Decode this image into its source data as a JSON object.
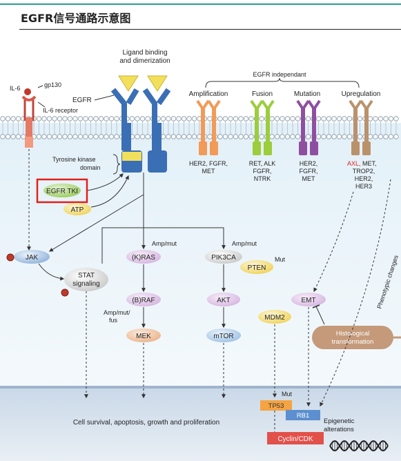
{
  "title": "EGFR信号通路示意图",
  "labels": {
    "ligand": [
      "Ligand binding",
      "and dimerization"
    ],
    "egfr": "EGFR",
    "il6": "IL-6",
    "gp130": "gp130",
    "il6_receptor": "IL-6 receptor",
    "tk_domain": [
      "Tyrosine kinase",
      "domain"
    ],
    "egfr_independent": "EGFR independant",
    "amplification": "Amplification",
    "fusion": "Fusion",
    "mutation": "Mutation",
    "upregulation": "Upregulation",
    "amp_targets": [
      "HER2, FGFR,",
      "MET"
    ],
    "fusion_targets": [
      "RET, ALK",
      "FGFR,",
      "NTRK"
    ],
    "mut_targets": [
      "HER2,",
      "FGFR,",
      "MET"
    ],
    "upreg_axl": "AXL,",
    "upreg_rest": [
      " MET,",
      "TROP2,",
      "HER2,",
      "HER3"
    ],
    "egfr_tki": "EGFR TKI",
    "atp": "ATP",
    "jak": "JAK",
    "stat": [
      "STAT",
      "signaling"
    ],
    "kras": "(K)RAS",
    "braf": "(B)RAF",
    "mek": "MEK",
    "pik3ca": "PIK3CA",
    "pten": "PTEN",
    "akt": "AKT",
    "mtor": "mTOR",
    "mdm2": "MDM2",
    "emt": "EMT",
    "histological": [
      "Histological",
      "transformation"
    ],
    "phenotypic": "Phenotypic changes",
    "amp_mut_1": "Amp/mut",
    "amp_mut_2": "Amp/mut",
    "amp_mut_fus": [
      "Amp/mut/",
      "fus"
    ],
    "mut_pten": "Mut",
    "mut_tp53": "Mut",
    "tp53": "TP53",
    "rb1": "RB1",
    "cyclin": "Cyclin/CDK",
    "epigenetic": [
      "Epigenetic",
      "alterations"
    ],
    "outcome": "Cell survival, apoptosis, growth and proliferation"
  },
  "colors": {
    "accent_line": "#2e9c92",
    "egfr_receptor": "#3a6fb5",
    "tk_domain": "#f2e05c",
    "ligand": "#f2e05c",
    "highlight_box": "#e0201b",
    "tki": "#8ec63f",
    "atp": "#f7e27a",
    "amplification": "#f29a57",
    "fusion": "#9ccd3a",
    "mutation": "#8f4fa0",
    "upregulation": "#b9926c",
    "axl_text": "#e0201b",
    "tp53": "#f4a443",
    "rb1": "#5b8fcf",
    "cyclin": "#e2504a",
    "histological": "#c49a7a",
    "membrane_bg": "#e8f3fa"
  }
}
